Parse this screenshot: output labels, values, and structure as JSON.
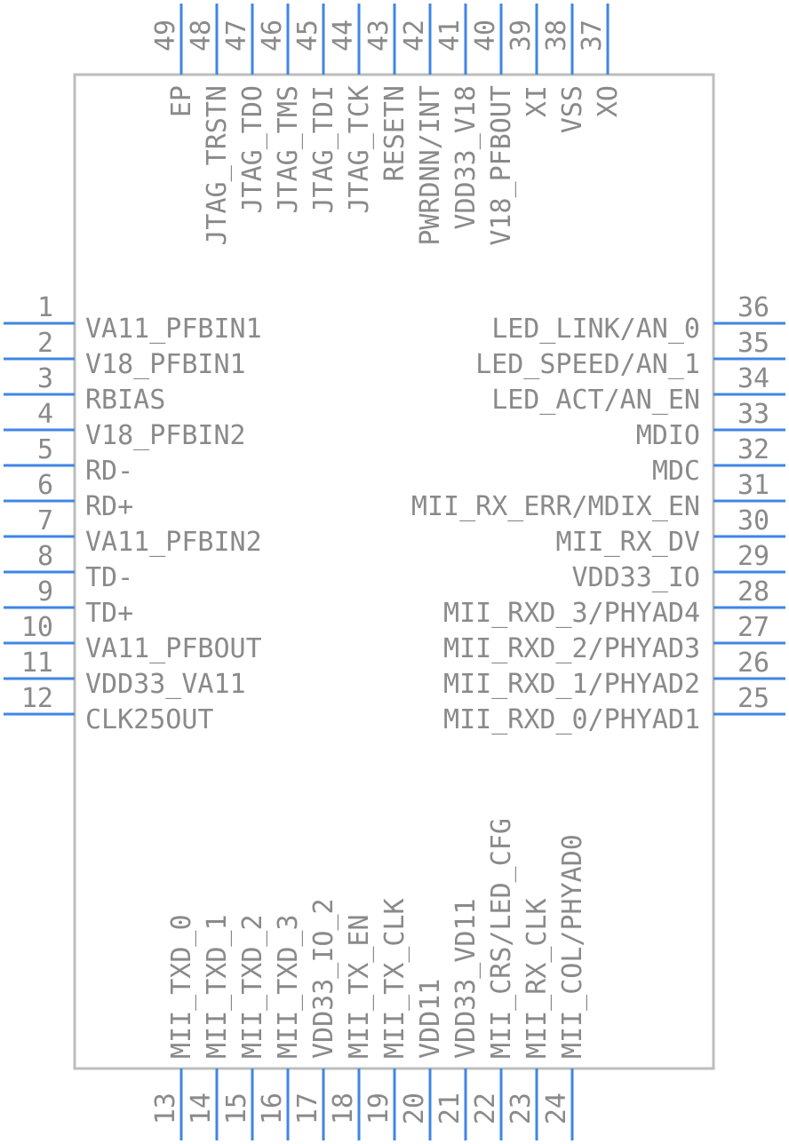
{
  "component": {
    "pins": {
      "left": [
        {
          "number": "1",
          "name": "VA11_PFBIN1"
        },
        {
          "number": "2",
          "name": "V18_PFBIN1"
        },
        {
          "number": "3",
          "name": "RBIAS"
        },
        {
          "number": "4",
          "name": "V18_PFBIN2"
        },
        {
          "number": "5",
          "name": "RD-"
        },
        {
          "number": "6",
          "name": "RD+"
        },
        {
          "number": "7",
          "name": "VA11_PFBIN2"
        },
        {
          "number": "8",
          "name": "TD-"
        },
        {
          "number": "9",
          "name": "TD+"
        },
        {
          "number": "10",
          "name": "VA11_PFBOUT"
        },
        {
          "number": "11",
          "name": "VDD33_VA11"
        },
        {
          "number": "12",
          "name": "CLK25OUT"
        }
      ],
      "right": [
        {
          "number": "36",
          "name": "LED_LINK/AN_0"
        },
        {
          "number": "35",
          "name": "LED_SPEED/AN_1"
        },
        {
          "number": "34",
          "name": "LED_ACT/AN_EN"
        },
        {
          "number": "33",
          "name": "MDIO"
        },
        {
          "number": "32",
          "name": "MDC"
        },
        {
          "number": "31",
          "name": "MII_RX_ERR/MDIX_EN"
        },
        {
          "number": "30",
          "name": "MII_RX_DV"
        },
        {
          "number": "29",
          "name": "VDD33_IO"
        },
        {
          "number": "28",
          "name": "MII_RXD_3/PHYAD4"
        },
        {
          "number": "27",
          "name": "MII_RXD_2/PHYAD3"
        },
        {
          "number": "26",
          "name": "MII_RXD_1/PHYAD2"
        },
        {
          "number": "25",
          "name": "MII_RXD_0/PHYAD1"
        }
      ],
      "top": [
        {
          "number": "49",
          "name": "EP"
        },
        {
          "number": "48",
          "name": "JTAG_TRSTN"
        },
        {
          "number": "47",
          "name": "JTAG_TDO"
        },
        {
          "number": "46",
          "name": "JTAG_TMS"
        },
        {
          "number": "45",
          "name": "JTAG_TDI"
        },
        {
          "number": "44",
          "name": "JTAG_TCK"
        },
        {
          "number": "43",
          "name": "RESETN"
        },
        {
          "number": "42",
          "name": "PWRDNN/INT"
        },
        {
          "number": "41",
          "name": "VDD33_V18"
        },
        {
          "number": "40",
          "name": "V18_PFBOUT"
        },
        {
          "number": "39",
          "name": "XI"
        },
        {
          "number": "38",
          "name": "VSS"
        },
        {
          "number": "37",
          "name": "XO"
        }
      ],
      "bottom": [
        {
          "number": "13",
          "name": "MII_TXD_0"
        },
        {
          "number": "14",
          "name": "MII_TXD_1"
        },
        {
          "number": "15",
          "name": "MII_TXD_2"
        },
        {
          "number": "16",
          "name": "MII_TXD_3"
        },
        {
          "number": "17",
          "name": "VDD33_IO_2"
        },
        {
          "number": "18",
          "name": "MII_TX_EN"
        },
        {
          "number": "19",
          "name": "MII_TX_CLK"
        },
        {
          "number": "20",
          "name": "VDD11"
        },
        {
          "number": "21",
          "name": "VDD33_VD11"
        },
        {
          "number": "22",
          "name": "MII_CRS/LED_CFG"
        },
        {
          "number": "23",
          "name": "MII_RX_CLK"
        },
        {
          "number": "24",
          "name": "MII_COL/PHYAD0"
        }
      ]
    },
    "colors": {
      "pin_line": "#3f86e6",
      "text": "#8a8a8a",
      "body_outline": "#bdbdbd"
    }
  }
}
